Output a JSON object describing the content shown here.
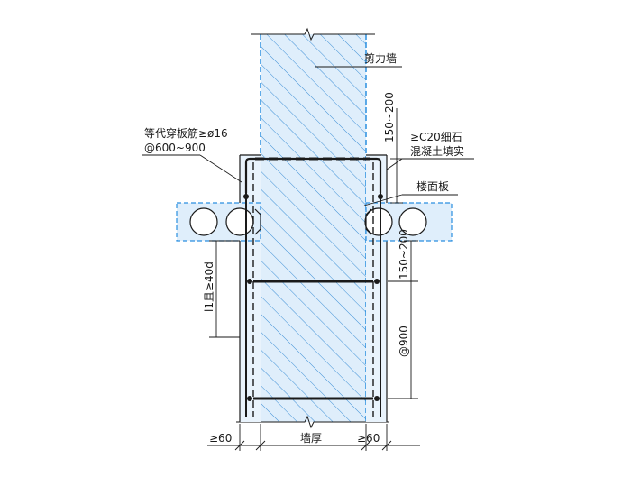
{
  "labels": {
    "shear_wall": "剪力墙",
    "dim_top": "150~200",
    "concrete_line1": "≥C20细石",
    "concrete_line2": "混凝土填实",
    "floor_slab": "楼面板",
    "bar_line1": "等代穿板筋≥ø16",
    "bar_line2": "@600~900",
    "lap_length": "l1且≥40d",
    "dim_mid": "150~200",
    "spacing": "@900",
    "bottom_left": "≥60",
    "wall_thickness": "墙厚",
    "bottom_right": "≥60"
  },
  "colors": {
    "ink": "#1a1a1a",
    "concrete_fill": "#dfeefb",
    "concrete_edge": "#2a8fe0",
    "hatch": "#3d8fd6"
  }
}
